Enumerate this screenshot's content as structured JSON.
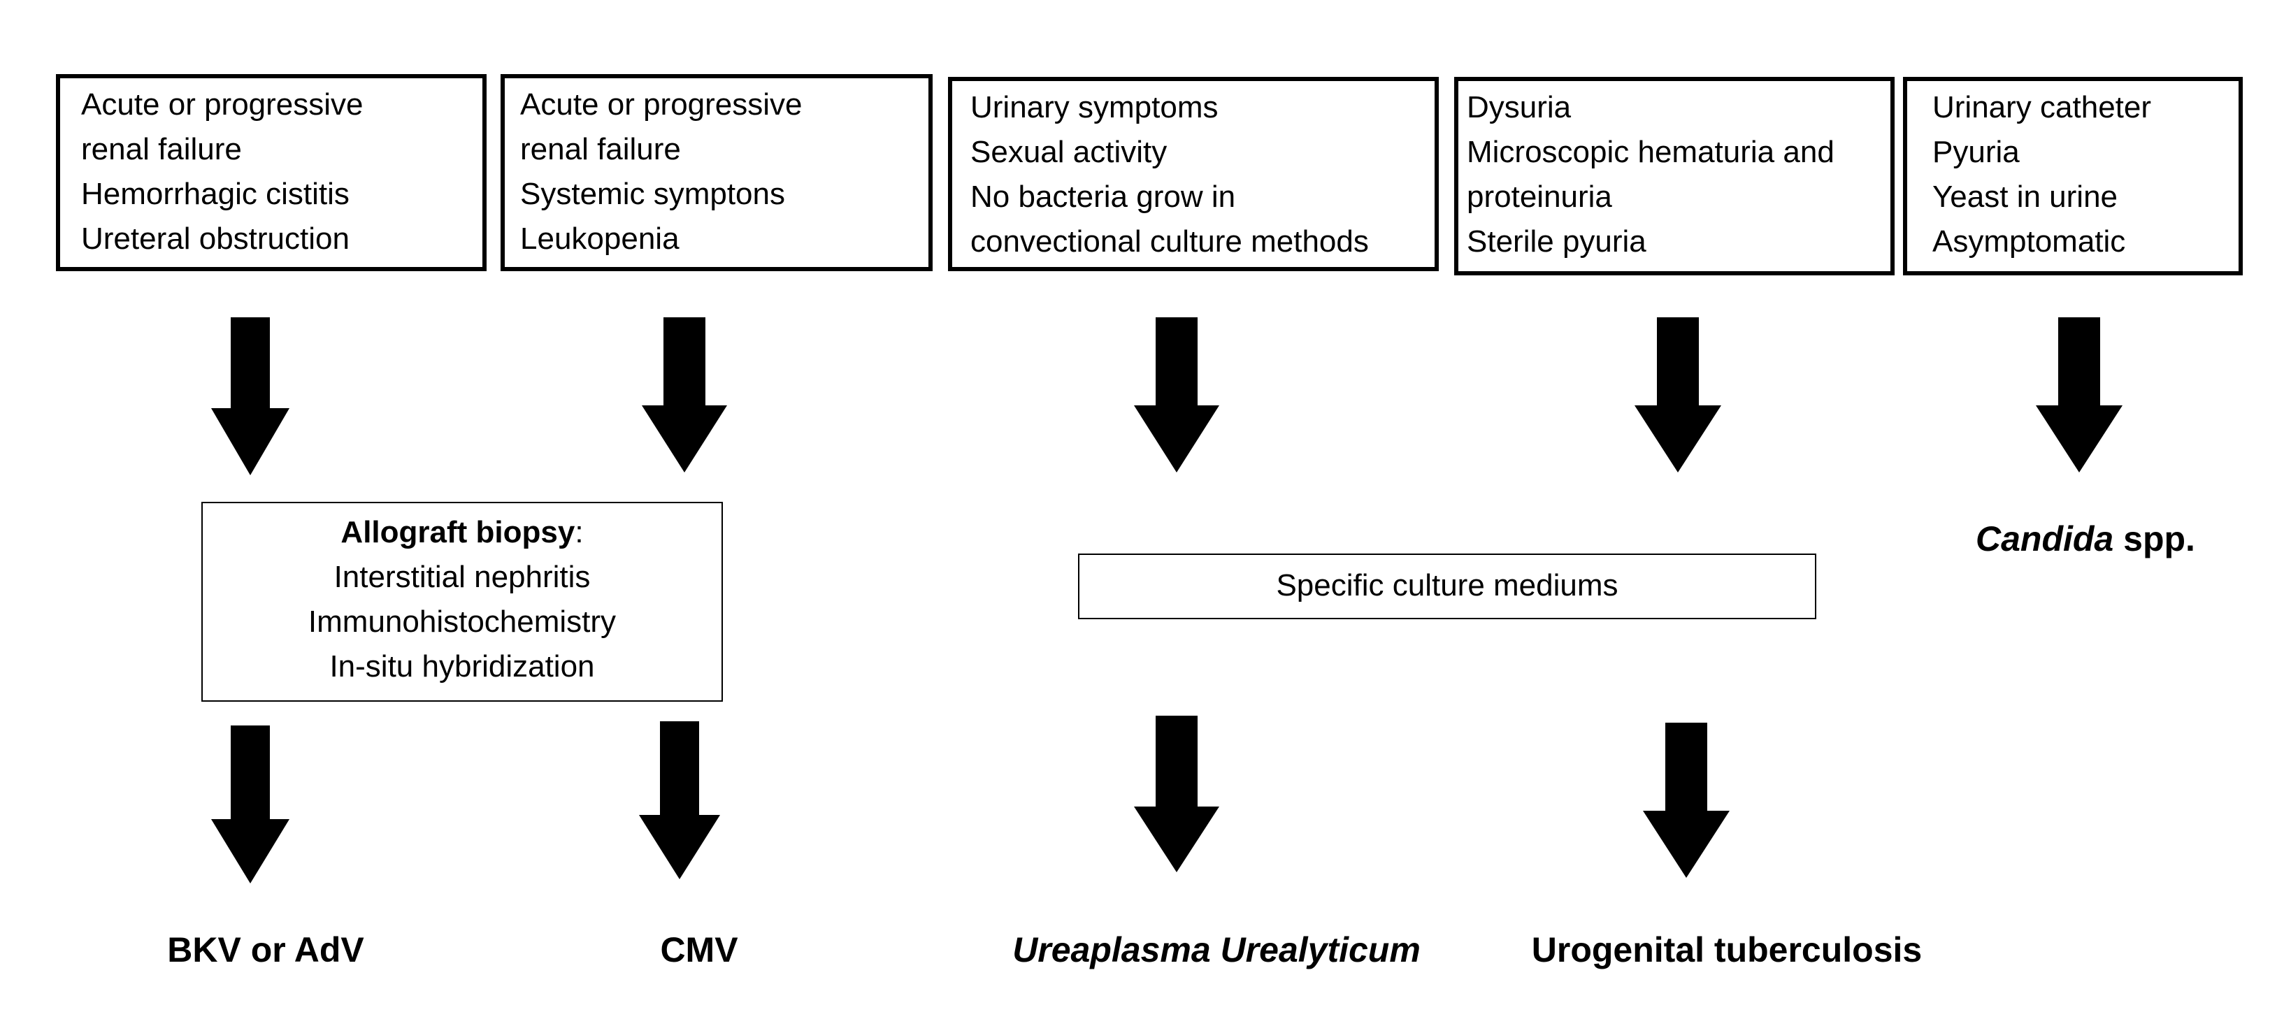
{
  "boxes": [
    {
      "lines": [
        "Acute or progressive",
        "renal failure",
        "Hemorrhagic cistitis",
        "Ureteral obstruction"
      ]
    },
    {
      "lines": [
        "Acute or progressive",
        "renal failure",
        "Systemic symptons",
        "Leukopenia"
      ]
    },
    {
      "lines": [
        "Urinary symptoms",
        "Sexual activity",
        "No bacteria grow in",
        "convectional culture methods"
      ]
    },
    {
      "lines": [
        "Dysuria",
        "Microscopic hematuria and",
        "proteinuria",
        "Sterile pyuria"
      ]
    },
    {
      "lines": [
        "Urinary catheter",
        "Pyuria",
        "Yeast in urine",
        "Asymptomatic"
      ]
    }
  ],
  "biopsy": {
    "title": "Allograft biopsy",
    "colon": ":",
    "lines": [
      "Interstitial nephritis",
      "Immunohistochemistry",
      "In-situ hybridization"
    ]
  },
  "culture": {
    "label": "Specific culture mediums"
  },
  "results": {
    "bkv": "BKV or AdV",
    "cmv": "CMV",
    "ureaplasma": "Ureaplasma Urealyticum",
    "tb": "Urogenital tuberculosis",
    "candida_italic": "Candida",
    "candida_rest": " spp."
  }
}
